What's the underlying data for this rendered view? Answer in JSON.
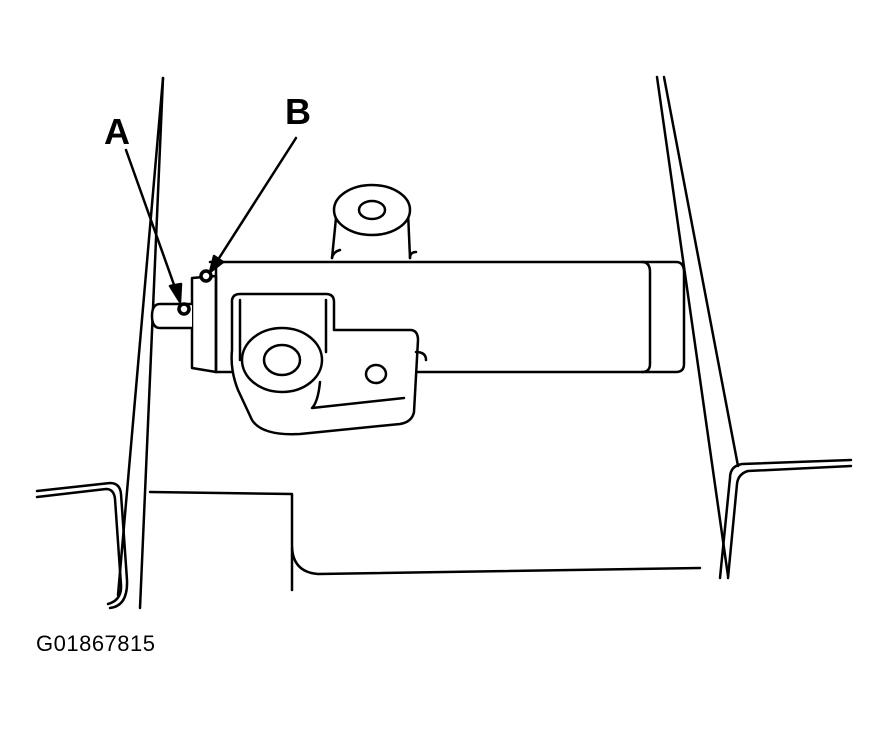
{
  "callouts": {
    "a": "A",
    "b": "B"
  },
  "figure_id": "G01867815",
  "colors": {
    "line": "#000000",
    "background": "#ffffff"
  }
}
